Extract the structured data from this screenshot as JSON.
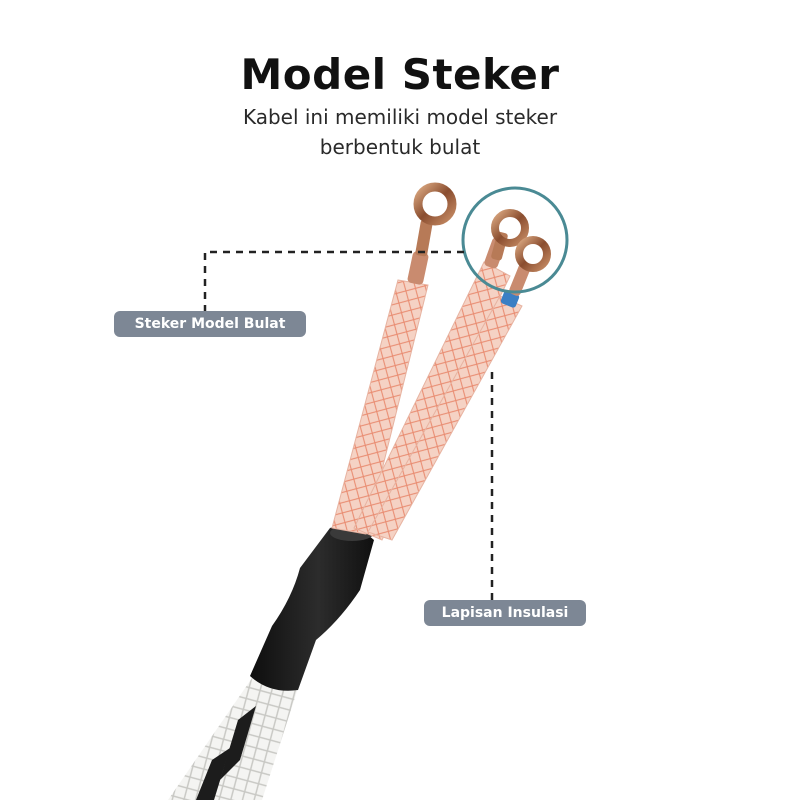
{
  "header": {
    "title": "Model Steker",
    "subtitle_line1": "Kabel ini memiliki model steker",
    "subtitle_line2": "berbentuk bulat"
  },
  "callouts": {
    "plug_label": "Steker Model Bulat",
    "insulation_label": "Lapisan Insulasi"
  },
  "colors": {
    "label_background": "#7d8795",
    "highlight_circle": "#4a8a94",
    "sleeve_pink": "#f2c7b8",
    "sleeve_thread": "#d9512c",
    "heat_shrink": "#1a1a1a",
    "outer_braid": "#f4f4f2"
  }
}
